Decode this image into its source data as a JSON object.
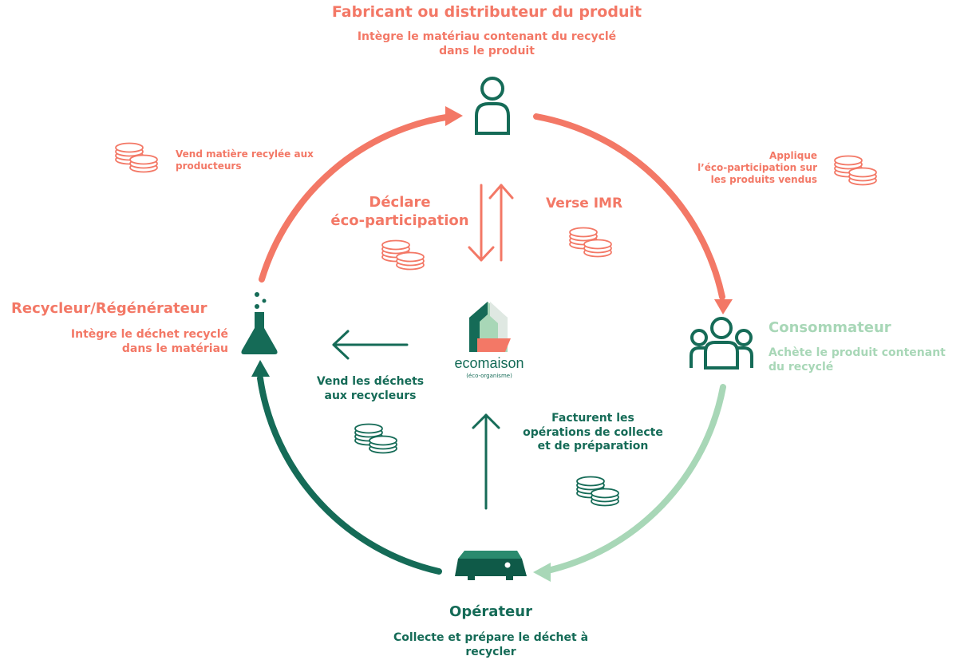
{
  "colors": {
    "coral": "#f37866",
    "teal": "#156b57",
    "light_green": "#a8d7b7"
  },
  "actors": {
    "fabricant": {
      "title": "Fabricant ou distributeur du produit",
      "desc_line1": "Intègre le matériau contenant du recyclé",
      "desc_line2": "dans le produit",
      "icon": "person-icon"
    },
    "consommateur": {
      "title": "Consommateur",
      "desc_line1": "Achète le produit contenant",
      "desc_line2": "du recyclé",
      "icon": "group-icon"
    },
    "operateur": {
      "title": "Opérateur",
      "desc_line1": "Collecte et prépare le déchet à",
      "desc_line2": "recycler",
      "icon": "dumpster-icon"
    },
    "recycleur": {
      "title": "Recycleur/Régénérateur",
      "desc_line1": "Intègre le déchet recyclé",
      "desc_line2": "dans le matériau",
      "icon": "flask-icon"
    }
  },
  "flows": {
    "vend_matiere_l1": "Vend matière recylée aux",
    "vend_matiere_l2": "producteurs",
    "applique_l1": "Applique",
    "applique_l2": "l’éco-participation sur",
    "applique_l3": "les produits vendus",
    "declare_l1": "Déclare",
    "declare_l2": "éco-participation",
    "verse_imr": "Verse IMR",
    "vend_dechets_l1": "Vend les déchets",
    "vend_dechets_l2": "aux recycleurs",
    "facturent_l1": "Facturent les",
    "facturent_l2": "opérations de collecte",
    "facturent_l3": "et de préparation"
  },
  "center_logo": {
    "name": "ecomaison",
    "subtitle": "(éco-organisme)"
  }
}
